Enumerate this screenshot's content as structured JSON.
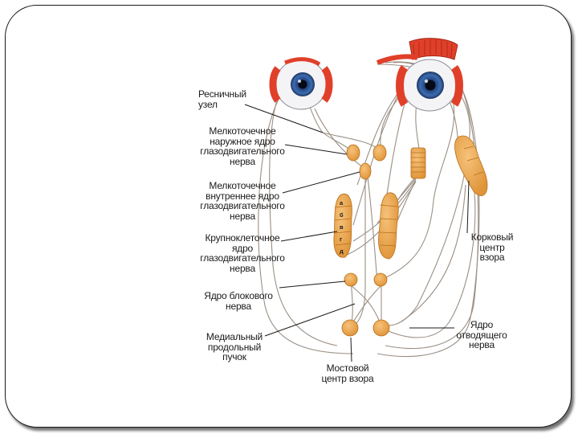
{
  "labels": {
    "ciliary_ganglion": "Ресничный\nузел",
    "small_cell_outer": "Мелкоточечное\nнаружное ядро\nглазодвигательного\nнерва",
    "small_cell_inner": "Мелкоточечное\nвнутреннее ядро\nглазодвигательного\nнерва",
    "large_cell_nucleus": "Крупноклеточное\nядро\nглазодвигательного\nнерва",
    "trochlear_nucleus": "Ядро блокового\nнерва",
    "medial_fasciculus": "Медиальный\nпродольный\nпучок",
    "pontine_center": "Мостовой\nцентр взора",
    "cortical_center": "Корковый\nцентр\nвзора",
    "abducens_nucleus": "Ядро\nотводящего\nнерва"
  },
  "subnucleus_letters": [
    "а",
    "б",
    "в",
    "г",
    "д"
  ],
  "colors": {
    "nucleus_fill": "#e8a24a",
    "nucleus_stroke": "#b86f1c",
    "nerve_line": "#9a8f84",
    "pointer_line": "#1a1a1a",
    "muscle": "#e0402a",
    "iris": "#2f5d9c"
  }
}
